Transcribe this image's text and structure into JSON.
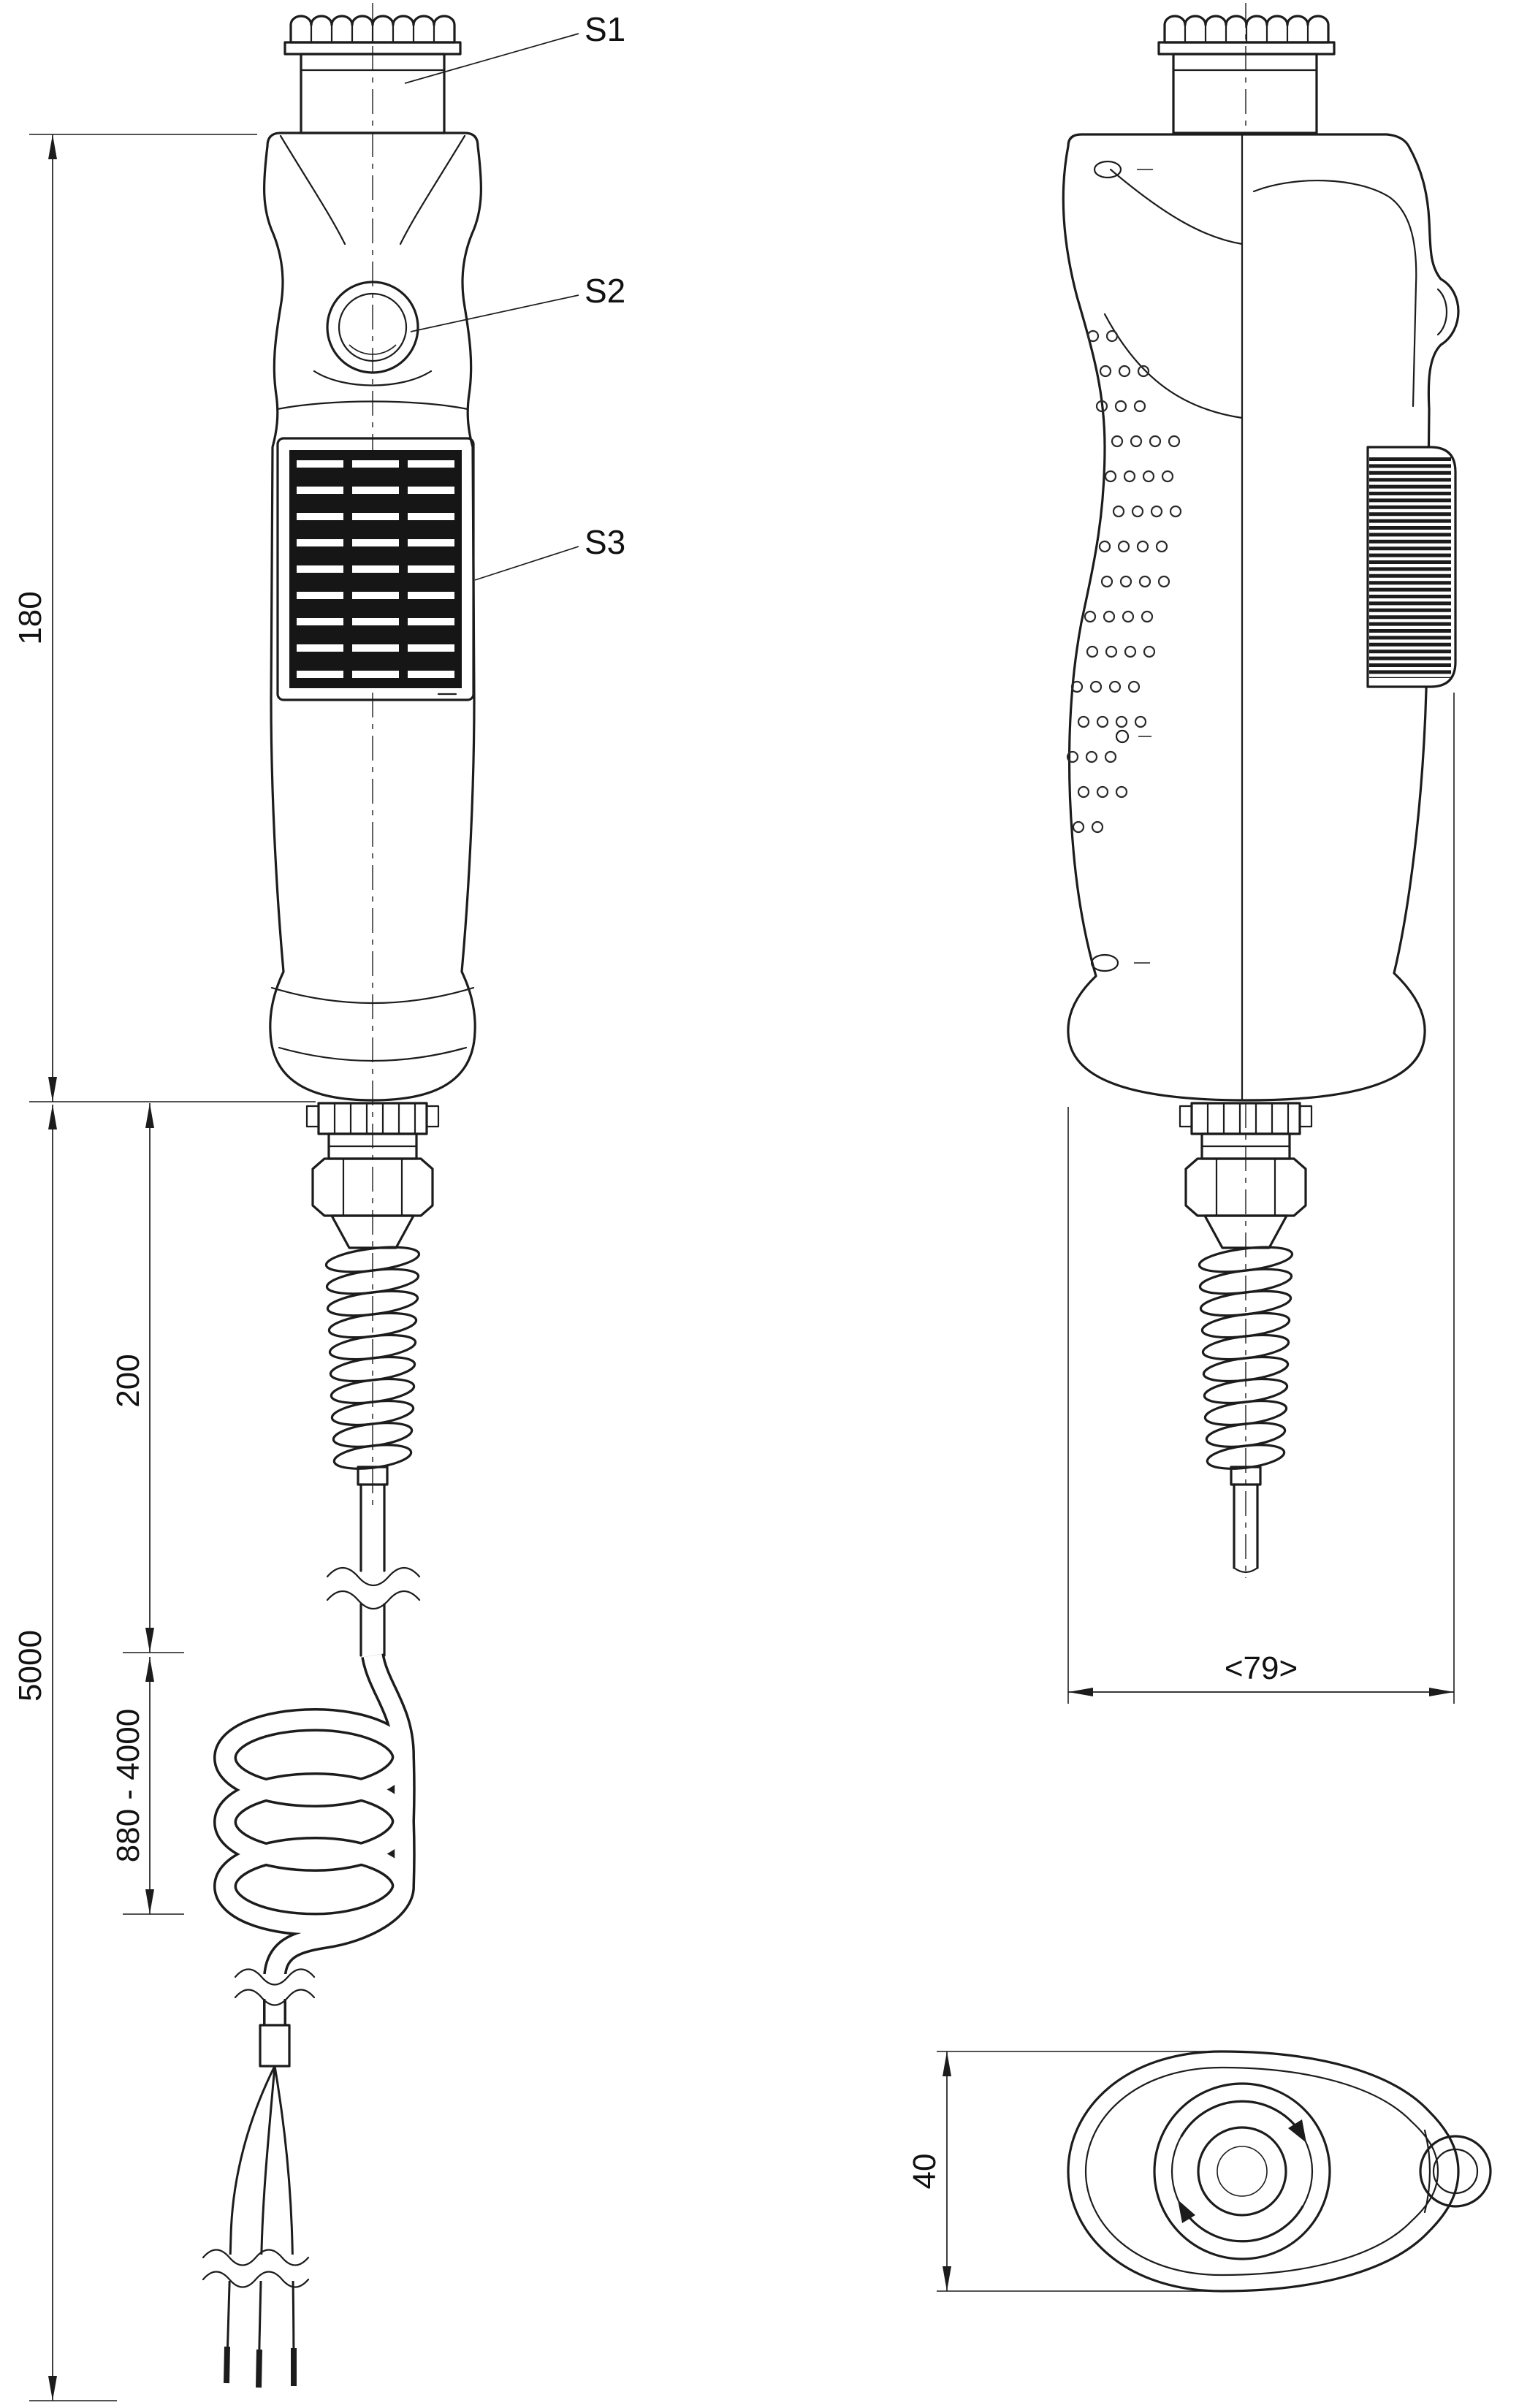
{
  "drawing": {
    "background": "#ffffff",
    "line_color": "#1c1c1c",
    "callouts": {
      "s1": "S1",
      "s2": "S2",
      "s3": "S3"
    },
    "dimensions": {
      "head_height": "180",
      "cable_total": "5000",
      "gland_section": "200",
      "coil_section": "880 - 4000",
      "body_depth": "<79>",
      "body_width": "40"
    }
  }
}
